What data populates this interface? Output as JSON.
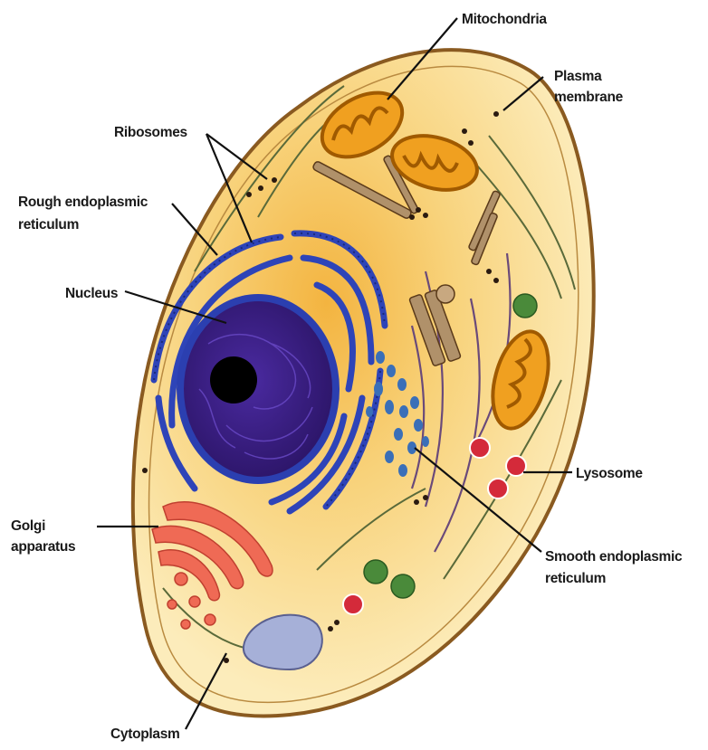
{
  "labels": {
    "mitochondria": "Mitochondria",
    "plasma_membrane_1": "Plasma",
    "plasma_membrane_2": "membrane",
    "ribosomes": "Ribosomes",
    "rough_er_1": "Rough endoplasmic",
    "rough_er_2": "reticulum",
    "nucleus": "Nucleus",
    "lysosome": "Lysosome",
    "golgi_1": "Golgi",
    "golgi_2": "apparatus",
    "smooth_er_1": "Smooth endoplasmic",
    "smooth_er_2": "reticulum",
    "cytoplasm": "Cytoplasm"
  },
  "colors": {
    "cytoplasm": "#fbe6a6",
    "cytoplasm_center": "#f6c25a",
    "membrane": "#7a5520",
    "nucleus": "#3b1f7a",
    "nuclear_envelope": "#2b3fb0",
    "nucleolus": "#000000",
    "rough_er": "#2e44b8",
    "smooth_er": "#3a6fb8",
    "mitochondria": "#f0a020",
    "mitochondria_outline": "#a05a00",
    "golgi": "#ef6a55",
    "lysosome": "#d42a3a",
    "green_vesicle": "#4a8a3a",
    "vacuole": "#a6b0d8",
    "cytoskeleton": "#5a6a3a"
  }
}
